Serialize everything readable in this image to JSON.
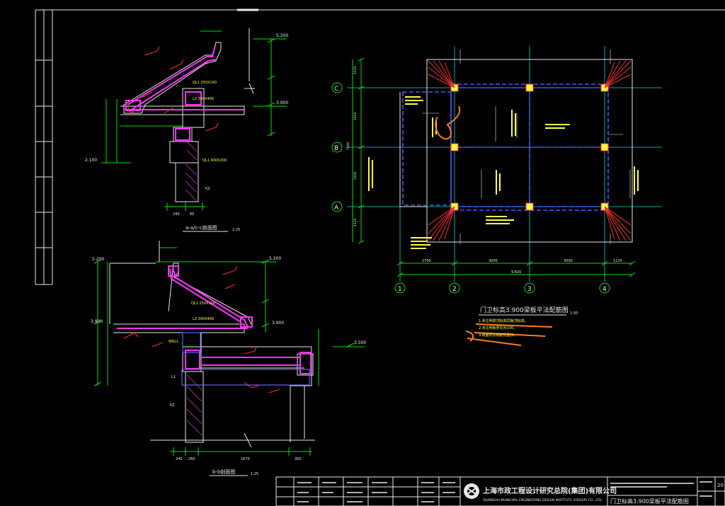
{
  "sheet": {
    "company_name": "上海市政工程设计研究总院(集团)有限公司",
    "company_name_en": "SHANGHAI MUNICIPAL ENGINEERING DESIGN INSTITUTE (GROUP) CO., LTD.",
    "drawing_title": "门卫标高3.900梁板平法配筋图",
    "sheet_number": "20"
  },
  "sections": {
    "aa_cc": {
      "title": "a-a/c-c剖面图",
      "scale": "1:25",
      "elevations": [
        "5.200",
        "3.900",
        "2.100"
      ],
      "labels": {
        "ql1": "QL1 250X100",
        "l2": "L2 300X400",
        "ql1_bottom": "QL1 400X200",
        "kz": "KZ",
        "dim_bottom": [
          "240",
          "60"
        ]
      }
    },
    "bb": {
      "title": "b-b剖面图",
      "scale": "1:25",
      "elevations": [
        "5.200",
        "3.900",
        "5.200",
        "3.900",
        "3.500"
      ],
      "labels": {
        "ql1": "QL1 250X100",
        "l2": "L2 300X400",
        "kz": "KZ",
        "wkl1": "WKL1",
        "l1": "L1",
        "dim_bottom": [
          "240",
          "260",
          "1670",
          "350"
        ]
      }
    }
  },
  "plan": {
    "title": "门卫标高3.900梁板平法配筋图",
    "scale": "1:50",
    "row_axes": [
      "C",
      "B",
      "A"
    ],
    "col_axes": [
      "1",
      "2",
      "3",
      "4"
    ],
    "dims_bottom": [
      "2700",
      "3000",
      "3000",
      "1120"
    ],
    "dim_total": "9,820",
    "dims_left": [
      "1120",
      "2400",
      "2400",
      "1120"
    ],
    "dim_left_total": "7040",
    "notes": [
      "1.未注明梁顶标高同板顶标高。",
      "2.未注明板厚均为100。",
      "3.板面附加钢筋见图示。"
    ]
  }
}
